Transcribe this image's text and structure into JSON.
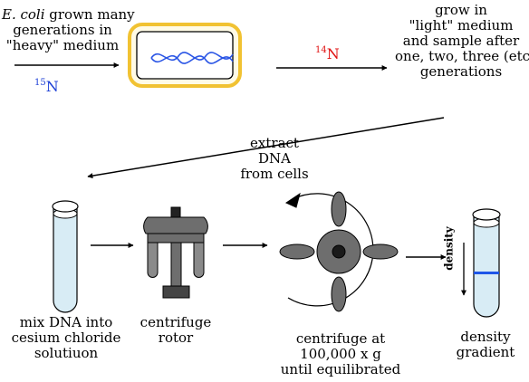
{
  "colors": {
    "heavy_isotope": "#1c3fd6",
    "light_isotope": "#e01010",
    "plate_border": "#f1c232",
    "plate_fill": "#fffbe6",
    "dna_strand": "#2a55e5",
    "tube_liquid": "#d8ecf5",
    "centrifuge_gray": "#6e6e6e",
    "dna_band": "#1f56e8"
  },
  "step1": {
    "organism": "E. coli",
    "line1_rest": " grown many",
    "line2": "generations in",
    "line3": "\"heavy\" medium",
    "isotope_mass": "15",
    "isotope_symbol": "N"
  },
  "step2": {
    "isotope_mass": "14",
    "isotope_symbol": "N",
    "line1": "grow in",
    "line2": "\"light\" medium",
    "line3": "and sample after",
    "line4": "one, two, three (etc.)",
    "line5": "generations"
  },
  "step3": {
    "line1": "extract",
    "line2": "DNA",
    "line3": "from cells"
  },
  "tube_step": {
    "line1": "mix DNA into",
    "line2": "cesium chloride",
    "line3": "solutiuon"
  },
  "rotor_step": {
    "line1": "centrifuge",
    "line2": "rotor"
  },
  "spin_step": {
    "line1": "centrifuge at",
    "line2": "100,000 x g",
    "line3": "until equilibrated"
  },
  "gradient_step": {
    "axis_label": "density",
    "line1": "density",
    "line2": "gradient"
  },
  "icons": [
    "petri-dish-icon",
    "dna-helix-icon",
    "test-tube-icon",
    "centrifuge-rotor-icon",
    "spinning-rotor-icon",
    "gradient-tube-icon",
    "arrow-icon"
  ]
}
